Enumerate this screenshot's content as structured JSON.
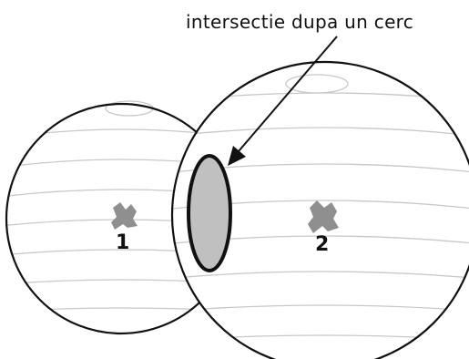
{
  "annotation": "intersectie dupa un cerc",
  "spheres": [
    {
      "label": "1"
    },
    {
      "label": "2"
    }
  ],
  "colors": {
    "outline": "#111111",
    "latitude_lines": "#c8c8c8",
    "intersection_fill": "#c0c0c0",
    "marker_fill": "#8f8f8f"
  }
}
